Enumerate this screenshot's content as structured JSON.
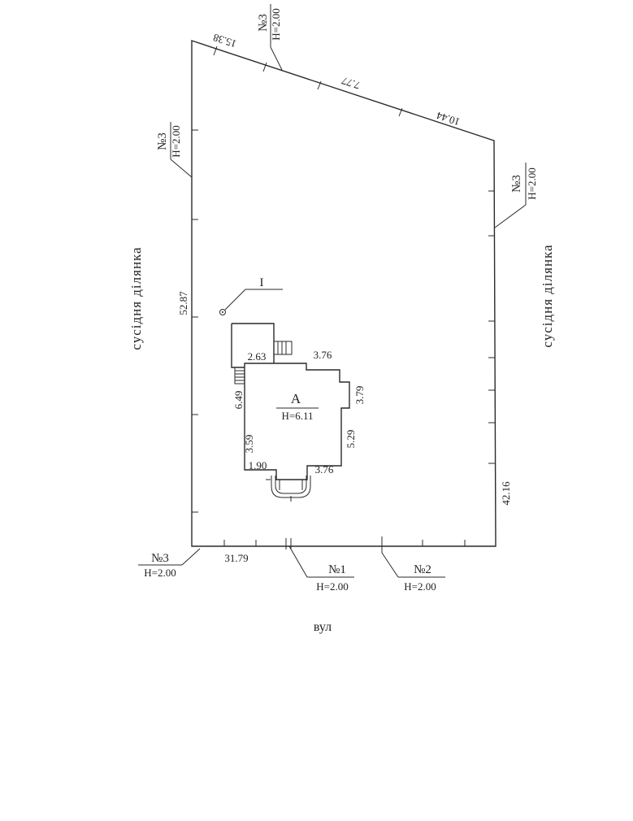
{
  "plot": {
    "dimensions": {
      "top_left": "15.38",
      "top_mid": "7.77",
      "top_right": "10.44",
      "left": "52.87",
      "right": "42.16",
      "bottom": "31.79"
    },
    "neighbors": {
      "left": "сусідня ділянка",
      "right": "сусідня ділянка"
    },
    "street": "вул"
  },
  "fences": [
    {
      "num": "№3",
      "height": "H=2.00"
    },
    {
      "num": "№3",
      "height": "H=2.00"
    },
    {
      "num": "№3",
      "height": "H=2.00"
    },
    {
      "num": "№3",
      "height": "H=2.00"
    },
    {
      "num": "№1",
      "height": "H=2.00"
    },
    {
      "num": "№2",
      "height": "H=2.00"
    }
  ],
  "marker": {
    "label": "I"
  },
  "building": {
    "letter": "А",
    "height": "H=6.11",
    "dims": {
      "top_left": "2.63",
      "top_right": "3.76",
      "right_upper": "3.79",
      "right_lower": "5.29",
      "left_upper": "6.49",
      "left_lower": "3.59",
      "bottom_left": "1.90",
      "bottom_right": "3.76"
    }
  }
}
